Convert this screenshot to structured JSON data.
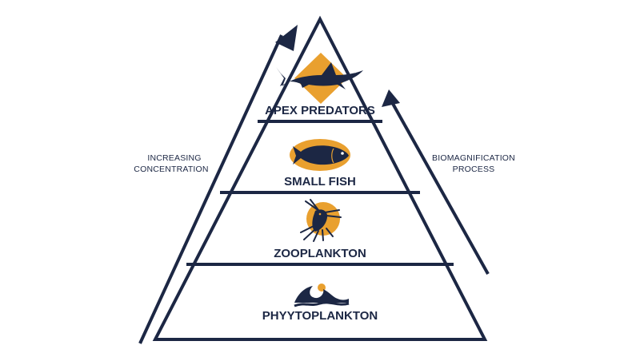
{
  "diagram": {
    "colors": {
      "navy": "#1c2744",
      "accent": "#e9a02f",
      "background": "#ffffff"
    },
    "tiers": [
      {
        "label": "APEX PREDATORS",
        "icon": "shark-icon"
      },
      {
        "label": "SMALL FISH",
        "icon": "fish-icon"
      },
      {
        "label": "ZOOPLANKTON",
        "icon": "shrimp-icon"
      },
      {
        "label": "PHYYTOPLANKTON",
        "icon": "wave-icon"
      }
    ],
    "left_arrow": {
      "label_line1": "INCREASING",
      "label_line2": "CONCENTRATION"
    },
    "right_arrow": {
      "label_line1": "BIOMAGNIFICATION",
      "label_line2": "PROCESS"
    }
  }
}
